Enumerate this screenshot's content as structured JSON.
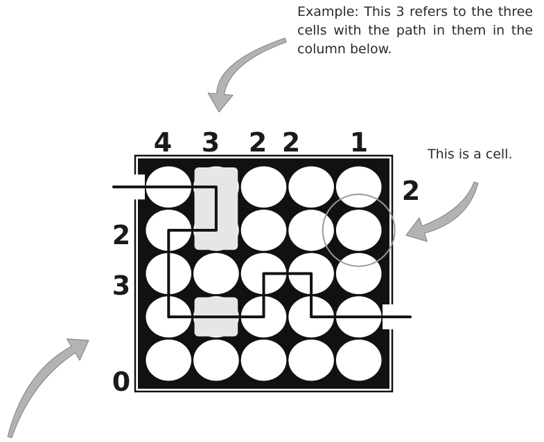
{
  "annotations": {
    "column_example": "Example: This 3 refers to the three cells with the path in them in the column below.",
    "cell_example": "This is a cell."
  },
  "puzzle": {
    "rows": 5,
    "cols": 5,
    "column_clues": [
      "4",
      "3",
      "2",
      "2",
      "1"
    ],
    "row_clues": [
      {
        "value": "2",
        "side": "right"
      },
      {
        "value": "2",
        "side": "left"
      },
      {
        "value": "3",
        "side": "left"
      },
      {
        "value": "",
        "side": "left"
      },
      {
        "value": "0",
        "side": "left"
      }
    ],
    "highlighted_column": 2,
    "highlighted_cells_row": [
      1,
      2,
      4
    ],
    "circled_cell": {
      "row": 2,
      "col": 5
    },
    "path_cells": [
      [
        1,
        1
      ],
      [
        1,
        2
      ],
      [
        2,
        2
      ],
      [
        2,
        1
      ],
      [
        3,
        1
      ],
      [
        4,
        1
      ],
      [
        4,
        2
      ],
      [
        4,
        3
      ],
      [
        3,
        3
      ],
      [
        3,
        4
      ],
      [
        4,
        4
      ],
      [
        4,
        5
      ]
    ],
    "colors": {
      "frame": "#111111",
      "path": "#111111",
      "highlight": "#e6e6e6",
      "arrow": "#b3b3b3",
      "arrow_stroke": "#8a8a8a",
      "circle": "#9a9a9a"
    }
  }
}
